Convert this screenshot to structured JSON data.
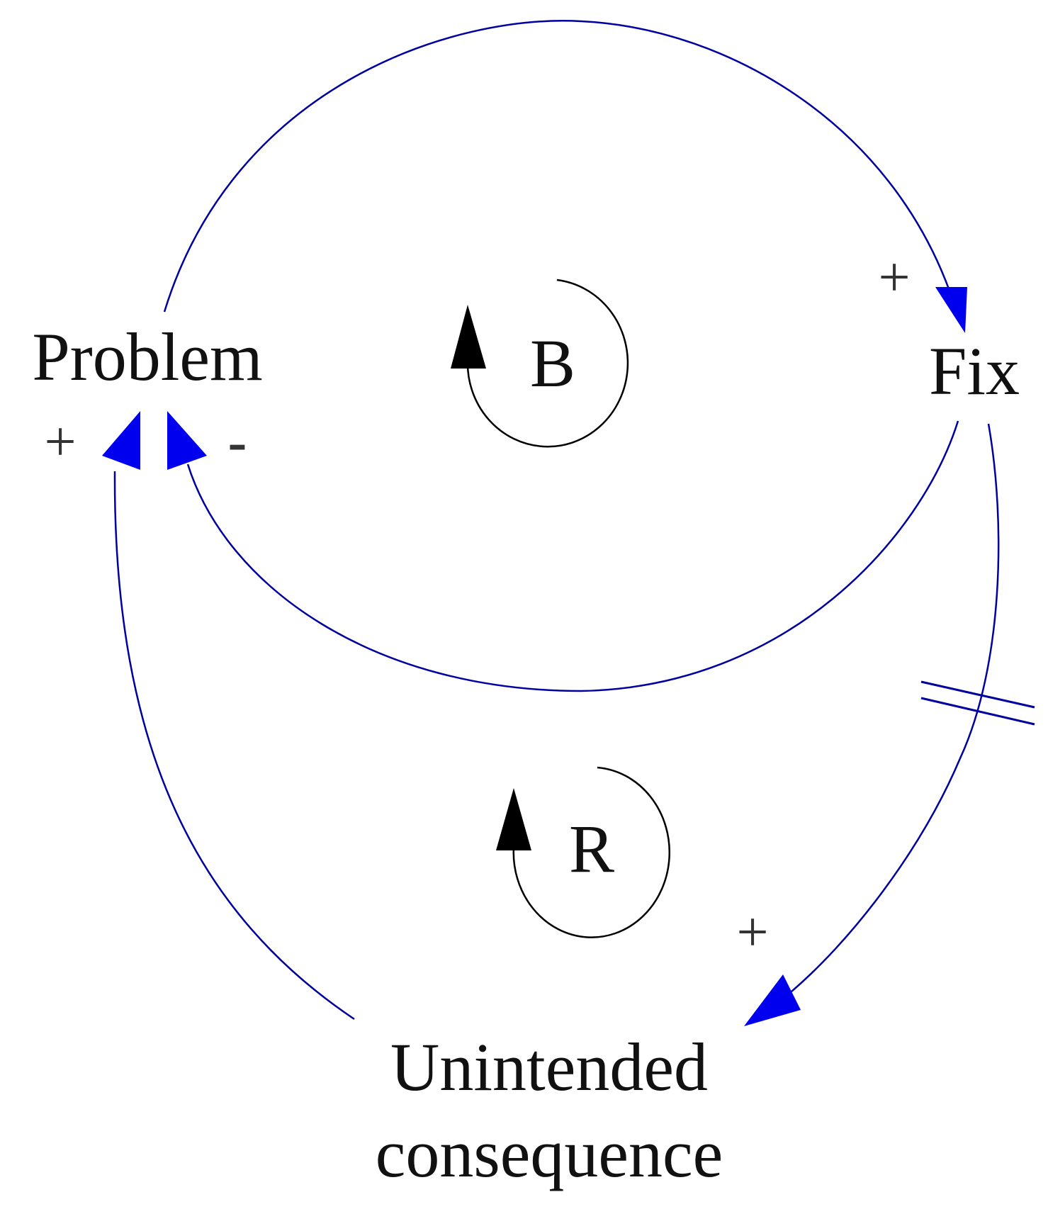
{
  "colors": {
    "link": "#0000a0",
    "arrowhead": "#0000ee",
    "loop_marker": "#000000",
    "text": "#111111"
  },
  "nodes": {
    "problem": "Problem",
    "fix": "Fix",
    "unintended_line1": "Unintended",
    "unintended_line2": "consequence"
  },
  "polarities": {
    "problem_to_fix": "+",
    "fix_to_problem": "-",
    "fix_to_unintended": "+",
    "unintended_to_problem": "+"
  },
  "loops": {
    "balancing": "B",
    "reinforcing": "R"
  },
  "delay_marker": "delay"
}
